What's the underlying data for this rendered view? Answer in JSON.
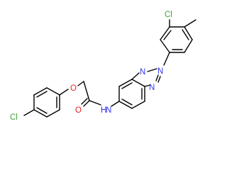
{
  "molecule": {
    "atoms": {
      "cl_phenoxy": "Cl",
      "ether_o": "O",
      "carbonyl_o": "O",
      "amide_n": "N",
      "amide_h": "H",
      "triazole_n1": "N",
      "triazole_n2": "N",
      "triazole_n3": "N",
      "cl_tolyl": "Cl"
    },
    "colors": {
      "bond": "#000000",
      "chlorine": "#3da33d",
      "oxygen": "#e32222",
      "nitrogen": "#3333ee"
    }
  }
}
